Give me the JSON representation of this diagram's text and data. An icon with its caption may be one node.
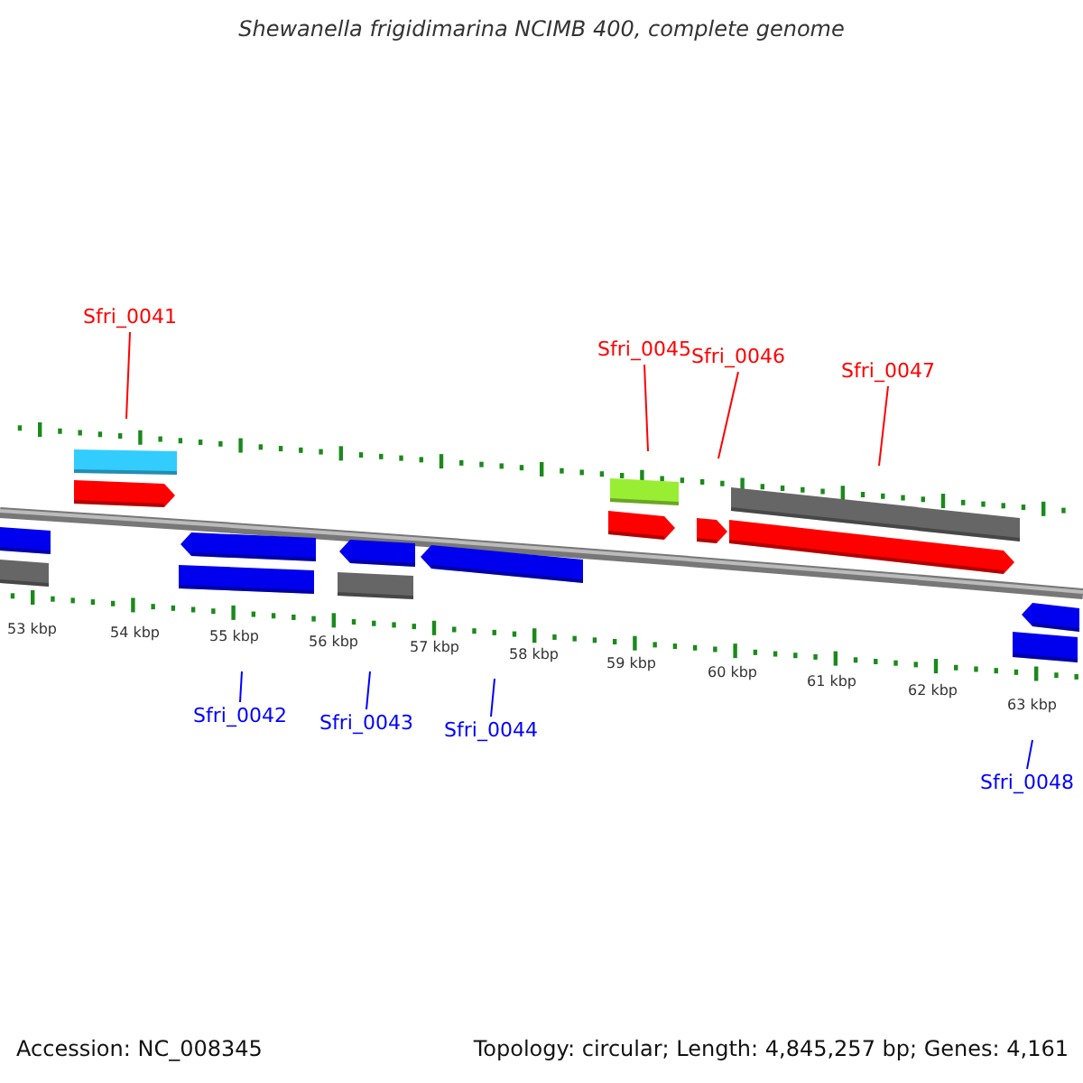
{
  "diagram": {
    "title": "Shewanella frigidimarina NCIMB 400, complete genome",
    "nodes": [
      {
        "text": [
          "Sfri_0041"
        ]
      },
      {
        "text": [
          "Sfri_0042"
        ]
      },
      {
        "text": [
          "Sfri_0043"
        ]
      },
      {
        "text": [
          "Sfri_0044"
        ]
      },
      {
        "text": [
          "Sfri_0045"
        ]
      },
      {
        "text": [
          "Sfri_0046"
        ]
      },
      {
        "text": [
          "Sfri_0047"
        ]
      },
      {
        "text": [
          "Sfri_0048"
        ]
      }
    ],
    "edges": [
      {
        "from": 0,
        "to": null,
        "arrow": "none",
        "color": "#ff0000"
      },
      {
        "from": 1,
        "to": null,
        "arrow": "none",
        "color": "#0000ff"
      },
      {
        "from": 2,
        "to": null,
        "arrow": "none",
        "color": "#0000ff"
      },
      {
        "from": 3,
        "to": null,
        "arrow": "none",
        "color": "#0000ff"
      },
      {
        "from": 4,
        "to": null,
        "arrow": "none",
        "color": "#ff0000"
      },
      {
        "from": 5,
        "to": null,
        "arrow": "none",
        "color": "#ff0000"
      },
      {
        "from": 6,
        "to": null,
        "arrow": "none",
        "color": "#ff0000"
      },
      {
        "from": 7,
        "to": null,
        "arrow": "none",
        "color": "#0000ff"
      }
    ],
    "labels": [
      "53 kbp",
      "54 kbp",
      "55 kbp",
      "56 kbp",
      "57 kbp",
      "58 kbp",
      "59 kbp",
      "60 kbp",
      "61 kbp",
      "62 kbp",
      "63 kbp",
      "Accession: NC_008345",
      "Topology: circular; Length: 4,845,257 bp; Genes: 4,161"
    ]
  }
}
